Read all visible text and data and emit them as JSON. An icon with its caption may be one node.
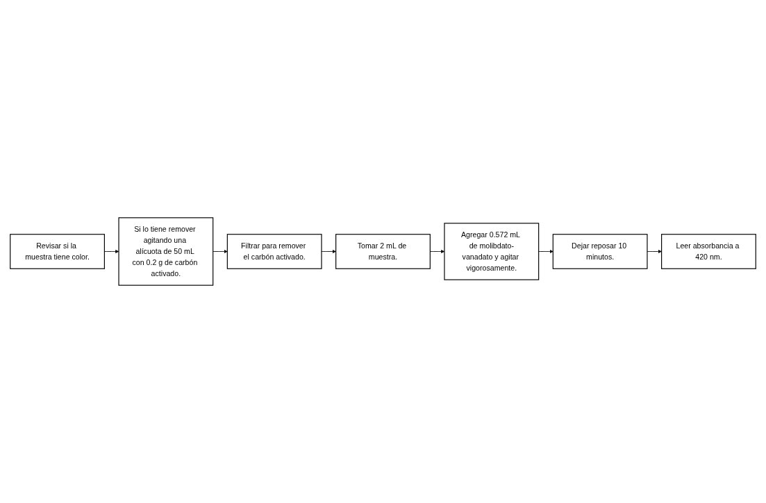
{
  "diagram": {
    "nodes": [
      {
        "text": [
          "Revisar si la muestra tiene color."
        ]
      },
      {
        "text": [
          "Si lo tiene remover agitando una alícuota de 50 mL con 0.2 g de carbón activado."
        ]
      },
      {
        "text": [
          "Filtrar para remover el carbón activado."
        ]
      },
      {
        "text": [
          "Tomar 2 mL de muestra."
        ]
      },
      {
        "text": [
          "Agregar 0.572 mL de molibdato-vanadato y agitar vigorosamente."
        ]
      },
      {
        "text": [
          "Dejar reposar 10 minutos."
        ]
      },
      {
        "text": [
          "Leer absorbancia a 420 nm."
        ]
      }
    ],
    "edges": [
      {
        "from": 0,
        "to": 1,
        "arrow": "to"
      },
      {
        "from": 1,
        "to": 2,
        "arrow": "to"
      },
      {
        "from": 2,
        "to": 3,
        "arrow": "to"
      },
      {
        "from": 3,
        "to": 4,
        "arrow": "to"
      },
      {
        "from": 4,
        "to": 5,
        "arrow": "to"
      },
      {
        "from": 5,
        "to": 6,
        "arrow": "to"
      }
    ]
  }
}
